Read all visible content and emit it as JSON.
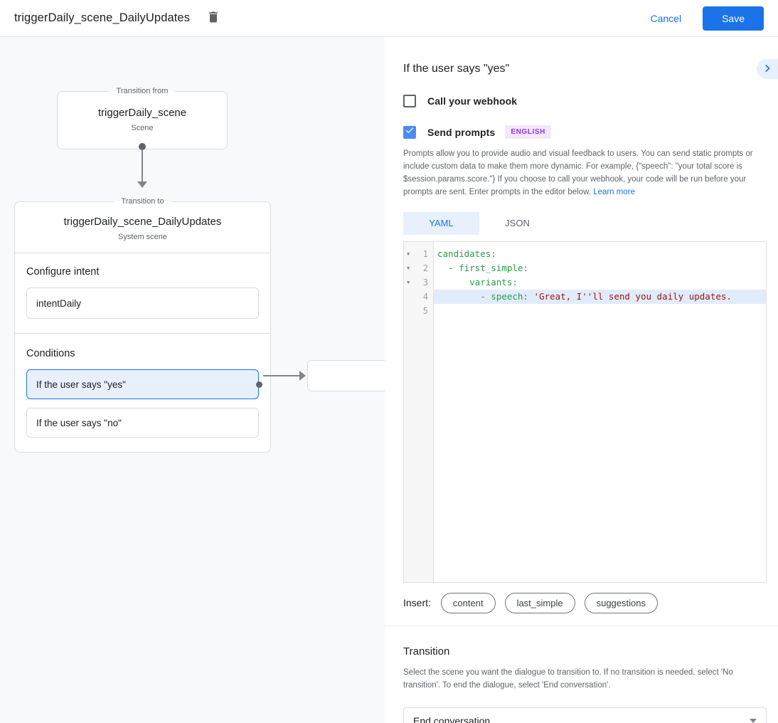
{
  "colors": {
    "accent": "#1a73e8",
    "selected_fill": "#e8f0fe",
    "badge_bg": "#f3e8fd",
    "badge_text": "#9334e6",
    "yaml_key": "#2b9a47",
    "yaml_string": "#a31515"
  },
  "header": {
    "title": "triggerDaily_scene_DailyUpdates",
    "cancel_label": "Cancel",
    "save_label": "Save"
  },
  "canvas": {
    "transition_from": {
      "legend": "Transition from",
      "title": "triggerDaily_scene",
      "subtitle": "Scene"
    },
    "transition_to": {
      "legend": "Transition to",
      "title": "triggerDaily_scene_DailyUpdates",
      "subtitle": "System scene",
      "configure_intent_label": "Configure intent",
      "intent_value": "intentDaily",
      "conditions_label": "Conditions",
      "conditions": [
        {
          "label": "If the user says \"yes\"",
          "selected": true
        },
        {
          "label": "If the user says \"no\"",
          "selected": false
        }
      ]
    }
  },
  "panel": {
    "title": "If the user says \"yes\"",
    "webhook_checkbox": {
      "label": "Call your webhook",
      "checked": false
    },
    "prompts_checkbox": {
      "label": "Send prompts",
      "checked": true,
      "badge": "ENGLISH"
    },
    "description": "Prompts allow you to provide audio and visual feedback to users. You can send static prompts or include custom data to make them more dynamic. For example, {\"speech\": \"your total score is $session.params.score.\"} If you choose to call your webhook, your code will be run before your prompts are sent. Enter prompts in the editor below. ",
    "learn_more": "Learn more",
    "tabs": [
      {
        "label": "YAML",
        "active": true
      },
      {
        "label": "JSON",
        "active": false
      }
    ],
    "editor": {
      "lines": [
        {
          "num": "1",
          "fold": true,
          "highlight": false,
          "tokens": [
            {
              "text": "candidates:",
              "type": "key"
            }
          ]
        },
        {
          "num": "2",
          "fold": true,
          "highlight": false,
          "tokens": [
            {
              "text": "  - first_simple:",
              "type": "key"
            }
          ]
        },
        {
          "num": "3",
          "fold": true,
          "highlight": false,
          "tokens": [
            {
              "text": "      variants:",
              "type": "key"
            }
          ]
        },
        {
          "num": "4",
          "fold": false,
          "highlight": true,
          "tokens": [
            {
              "text": "        - speech: ",
              "type": "key"
            },
            {
              "text": "'Great, I''ll send you daily updates.",
              "type": "string"
            }
          ]
        },
        {
          "num": "5",
          "fold": false,
          "highlight": false,
          "tokens": []
        }
      ]
    },
    "insert": {
      "label": "Insert:",
      "chips": [
        "content",
        "last_simple",
        "suggestions"
      ]
    },
    "transition": {
      "title": "Transition",
      "description": "Select the scene you want the dialogue to transition to. If no transition is needed, select 'No transition'. To end the dialogue, select 'End conversation'.",
      "select_value": "End conversation"
    }
  }
}
